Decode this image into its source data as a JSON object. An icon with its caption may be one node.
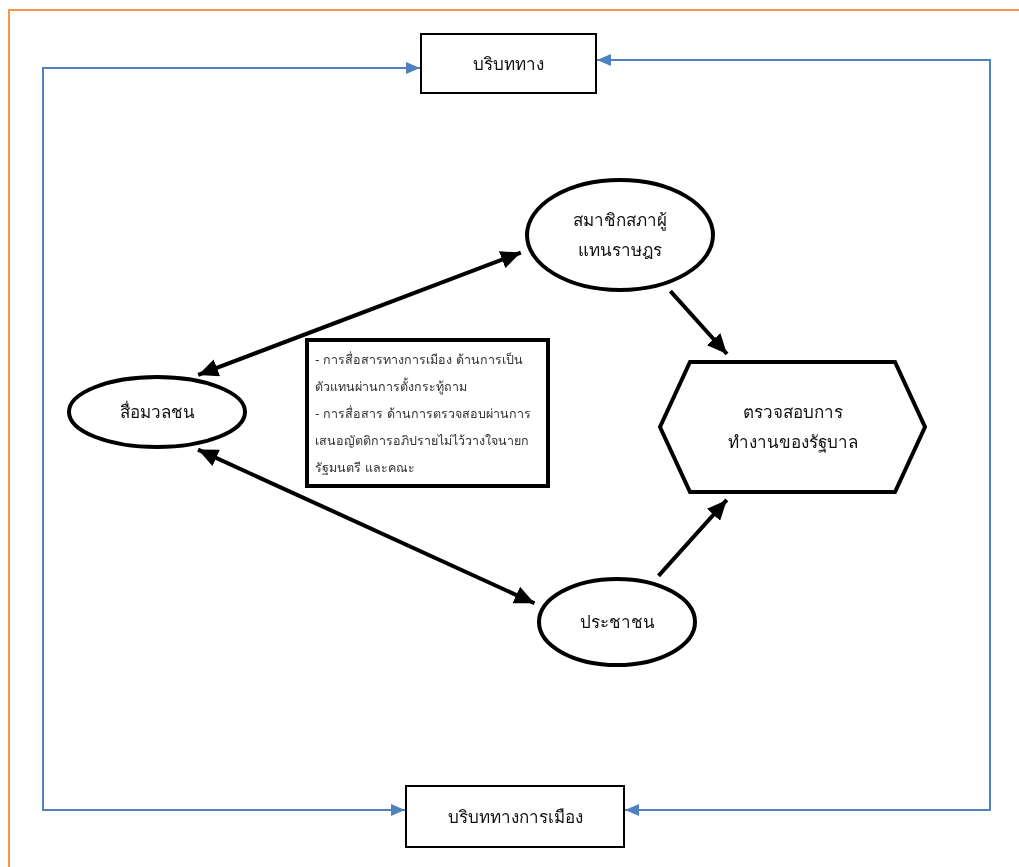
{
  "diagram": {
    "nodes": [
      {
        "text": [
          "บริบททาง"
        ]
      },
      {
        "text": [
          "สมาชิกสภาผู้แทนราษฎร"
        ]
      },
      {
        "text": [
          "สื่อมวลชน"
        ]
      },
      {
        "text": [
          "- การสื่อสารทางการเมือง ด้านการเป็นตัวแทนผ่านการตั้งกระทู้ถาม",
          "- การสื่อสาร ด้านการตรวจสอบผ่านการเสนอญัตติการอภิปรายไม่ไว้วางใจนายกรัฐมนตรี และคณะ"
        ]
      },
      {
        "text": [
          "ตรวจสอบการทำงานของรัฐบาล"
        ]
      },
      {
        "text": [
          "ประชาชน"
        ]
      },
      {
        "text": [
          "บริบททางการเมือง"
        ]
      }
    ],
    "edges": [
      {
        "from": 2,
        "to": 1,
        "arrow": "both"
      },
      {
        "from": 2,
        "to": 5,
        "arrow": "both"
      },
      {
        "from": 1,
        "to": 4,
        "arrow": "to"
      },
      {
        "from": 5,
        "to": 4,
        "arrow": "to"
      },
      {
        "from": 0,
        "to": 6,
        "arrow": "both",
        "color": "#4f81bd"
      },
      {
        "from": 0,
        "to": 6,
        "arrow": "both",
        "color": "#4f81bd"
      }
    ]
  }
}
